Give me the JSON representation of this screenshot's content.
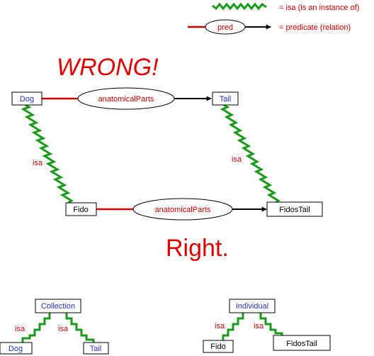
{
  "legend": {
    "isa_text": "= isa (is an instance of)",
    "pred_label": "pred",
    "pred_text": "= predicate (relation)"
  },
  "wrong_label": "WRONG!",
  "right_label": "Right.",
  "diagram": {
    "dog": "Dog",
    "tail": "Tail",
    "fido": "Fido",
    "fidos_tail": "FidosTail",
    "relation_top": "anatomicalParts",
    "relation_bottom": "anatomicalParts",
    "isa_left": "isa",
    "isa_right": "isa"
  },
  "collection_tree": {
    "root": "Collection",
    "left_leaf": "Dog",
    "right_leaf": "Tail",
    "isa_left": "isa",
    "isa_right": "isa"
  },
  "individual_tree": {
    "root": "Individual",
    "left_leaf": "Fido",
    "right_leaf": "FidosTail",
    "isa_left": "isa",
    "isa_right": "isa"
  },
  "colors": {
    "isa_green": "#1a9a1a",
    "relation_red": "#cc0000",
    "class_blue": "#2233bb",
    "text_black": "#000000"
  }
}
